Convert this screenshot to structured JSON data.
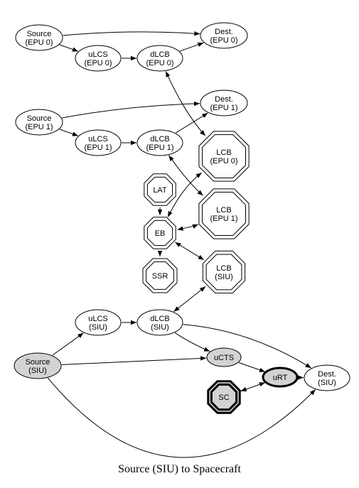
{
  "caption": "Source (SIU) to Spacecraft",
  "colors": {
    "gray_fill": "#d3d3d3",
    "stroke": "#000000",
    "background": "#ffffff"
  },
  "nodes": [
    {
      "id": "src_epu0",
      "lines": [
        "Source",
        "(EPU 0)"
      ],
      "shape": "ellipse",
      "fill": "white"
    },
    {
      "id": "dest_epu0",
      "lines": [
        "Dest.",
        "(EPU 0)"
      ],
      "shape": "ellipse",
      "fill": "white"
    },
    {
      "id": "ulcs_epu0",
      "lines": [
        "uLCS",
        "(EPU 0)"
      ],
      "shape": "ellipse",
      "fill": "white"
    },
    {
      "id": "dlcb_epu0",
      "lines": [
        "dLCB",
        "(EPU 0)"
      ],
      "shape": "ellipse",
      "fill": "white"
    },
    {
      "id": "dest_epu1",
      "lines": [
        "Dest.",
        "(EPU 1)"
      ],
      "shape": "ellipse",
      "fill": "white"
    },
    {
      "id": "src_epu1",
      "lines": [
        "Source",
        "(EPU 1)"
      ],
      "shape": "ellipse",
      "fill": "white"
    },
    {
      "id": "ulcs_epu1",
      "lines": [
        "uLCS",
        "(EPU 1)"
      ],
      "shape": "ellipse",
      "fill": "white"
    },
    {
      "id": "dlcb_epu1",
      "lines": [
        "dLCB",
        "(EPU 1)"
      ],
      "shape": "ellipse",
      "fill": "white"
    },
    {
      "id": "lcb_epu0",
      "lines": [
        "LCB",
        "(EPU 0)"
      ],
      "shape": "octagon",
      "fill": "white"
    },
    {
      "id": "lat",
      "lines": [
        "LAT"
      ],
      "shape": "octagon",
      "fill": "white"
    },
    {
      "id": "lcb_epu1",
      "lines": [
        "LCB",
        "(EPU 1)"
      ],
      "shape": "octagon",
      "fill": "white"
    },
    {
      "id": "eb",
      "lines": [
        "EB"
      ],
      "shape": "octagon",
      "fill": "white"
    },
    {
      "id": "ssr",
      "lines": [
        "SSR"
      ],
      "shape": "octagon",
      "fill": "white"
    },
    {
      "id": "lcb_siu",
      "lines": [
        "LCB",
        "(SIU)"
      ],
      "shape": "octagon",
      "fill": "white"
    },
    {
      "id": "ulcs_siu",
      "lines": [
        "uLCS",
        "(SIU)"
      ],
      "shape": "ellipse",
      "fill": "white"
    },
    {
      "id": "dlcb_siu",
      "lines": [
        "dLCB",
        "(SIU)"
      ],
      "shape": "ellipse",
      "fill": "white"
    },
    {
      "id": "src_siu",
      "lines": [
        "Source",
        "(SIU)"
      ],
      "shape": "ellipse",
      "fill": "gray"
    },
    {
      "id": "ucts",
      "lines": [
        "uCTS"
      ],
      "shape": "ellipse",
      "fill": "gray"
    },
    {
      "id": "urt",
      "lines": [
        "uRT"
      ],
      "shape": "ellipse",
      "fill": "gray"
    },
    {
      "id": "dest_siu",
      "lines": [
        "Dest.",
        "(SIU)"
      ],
      "shape": "ellipse",
      "fill": "white"
    },
    {
      "id": "sc",
      "lines": [
        "SC"
      ],
      "shape": "octagon",
      "fill": "gray"
    }
  ],
  "edges": [
    {
      "from": "src_epu0",
      "to": "dest_epu0",
      "dir": "forward"
    },
    {
      "from": "src_epu0",
      "to": "ulcs_epu0",
      "dir": "forward"
    },
    {
      "from": "ulcs_epu0",
      "to": "dlcb_epu0",
      "dir": "forward"
    },
    {
      "from": "dlcb_epu0",
      "to": "dest_epu0",
      "dir": "forward"
    },
    {
      "from": "dlcb_epu0",
      "to": "lcb_epu0",
      "dir": "both"
    },
    {
      "from": "src_epu1",
      "to": "dest_epu1",
      "dir": "forward"
    },
    {
      "from": "src_epu1",
      "to": "ulcs_epu1",
      "dir": "forward"
    },
    {
      "from": "ulcs_epu1",
      "to": "dlcb_epu1",
      "dir": "forward"
    },
    {
      "from": "dlcb_epu1",
      "to": "dest_epu1",
      "dir": "forward"
    },
    {
      "from": "dlcb_epu1",
      "to": "lcb_epu1",
      "dir": "both"
    },
    {
      "from": "lat",
      "to": "eb",
      "dir": "forward"
    },
    {
      "from": "eb",
      "to": "ssr",
      "dir": "forward"
    },
    {
      "from": "eb",
      "to": "lcb_epu0",
      "dir": "both"
    },
    {
      "from": "eb",
      "to": "lcb_epu1",
      "dir": "both"
    },
    {
      "from": "eb",
      "to": "lcb_siu",
      "dir": "both"
    },
    {
      "from": "ulcs_siu",
      "to": "dlcb_siu",
      "dir": "forward"
    },
    {
      "from": "dlcb_siu",
      "to": "lcb_siu",
      "dir": "both"
    },
    {
      "from": "src_siu",
      "to": "ulcs_siu",
      "dir": "forward"
    },
    {
      "from": "src_siu",
      "to": "ucts",
      "dir": "forward"
    },
    {
      "from": "dlcb_siu",
      "to": "ucts",
      "dir": "forward"
    },
    {
      "from": "dlcb_siu",
      "to": "dest_siu",
      "dir": "forward"
    },
    {
      "from": "ucts",
      "to": "urt",
      "dir": "forward"
    },
    {
      "from": "urt",
      "to": "dest_siu",
      "dir": "forward"
    },
    {
      "from": "urt",
      "to": "sc",
      "dir": "both"
    },
    {
      "from": "src_siu",
      "to": "dest_siu",
      "dir": "forward"
    }
  ]
}
